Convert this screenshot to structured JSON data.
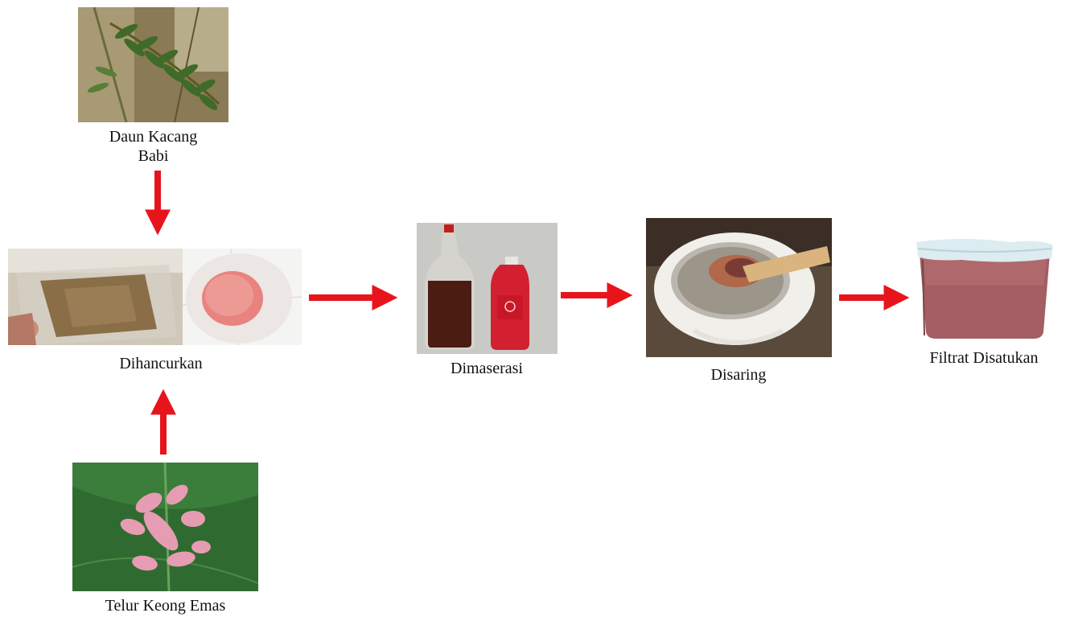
{
  "steps": {
    "leaf": {
      "label": "Daun Kacang\nBabi"
    },
    "crush": {
      "label": "Dihancurkan"
    },
    "eggs": {
      "label": "Telur Keong Emas"
    },
    "macerate": {
      "label": "Dimaserasi"
    },
    "filter": {
      "label": "Disaring"
    },
    "combine": {
      "label": "Filtrat Disatukan"
    }
  },
  "colors": {
    "arrow": "#e8141c"
  }
}
